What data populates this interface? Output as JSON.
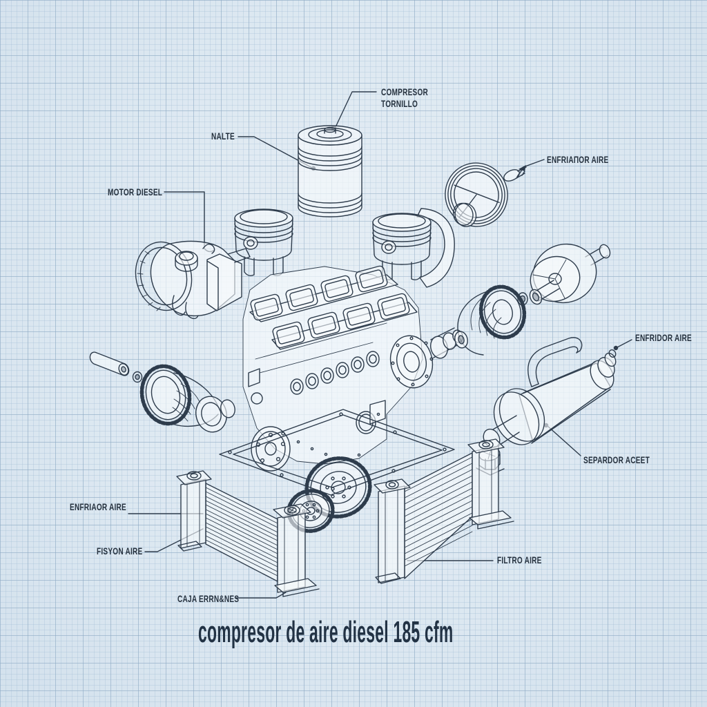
{
  "title": "compresor de aire diesel 185 cfm",
  "labels": {
    "compresor_tornillo_line1": "COMPRESOR",
    "compresor_tornillo_line2": "TORNILLO",
    "nalte": "NALTE",
    "motor_diesel": "MOTOR DIESEL",
    "enfriador_aire_top": "ENFRIAΠOR AIRE",
    "enfridor_aire_right": "ENFRIDOR AIRE",
    "separdor_aceet": "SEPARDOR ACEET",
    "enfriaor_aire_left": "ENFRIAOR AIRE",
    "fisyon_aire": "FISYON AIRE",
    "caja_errnanes": "CAJA ERRN&NES",
    "filtro_aire": "FILTRO AIRE"
  },
  "colors": {
    "background": "#dde8f1",
    "grid_minor": "#c7d8e6",
    "grid_major": "#a3bdd2",
    "ink": "#2e3c4c",
    "label_ink": "#25313e",
    "title_ink": "#223244"
  }
}
